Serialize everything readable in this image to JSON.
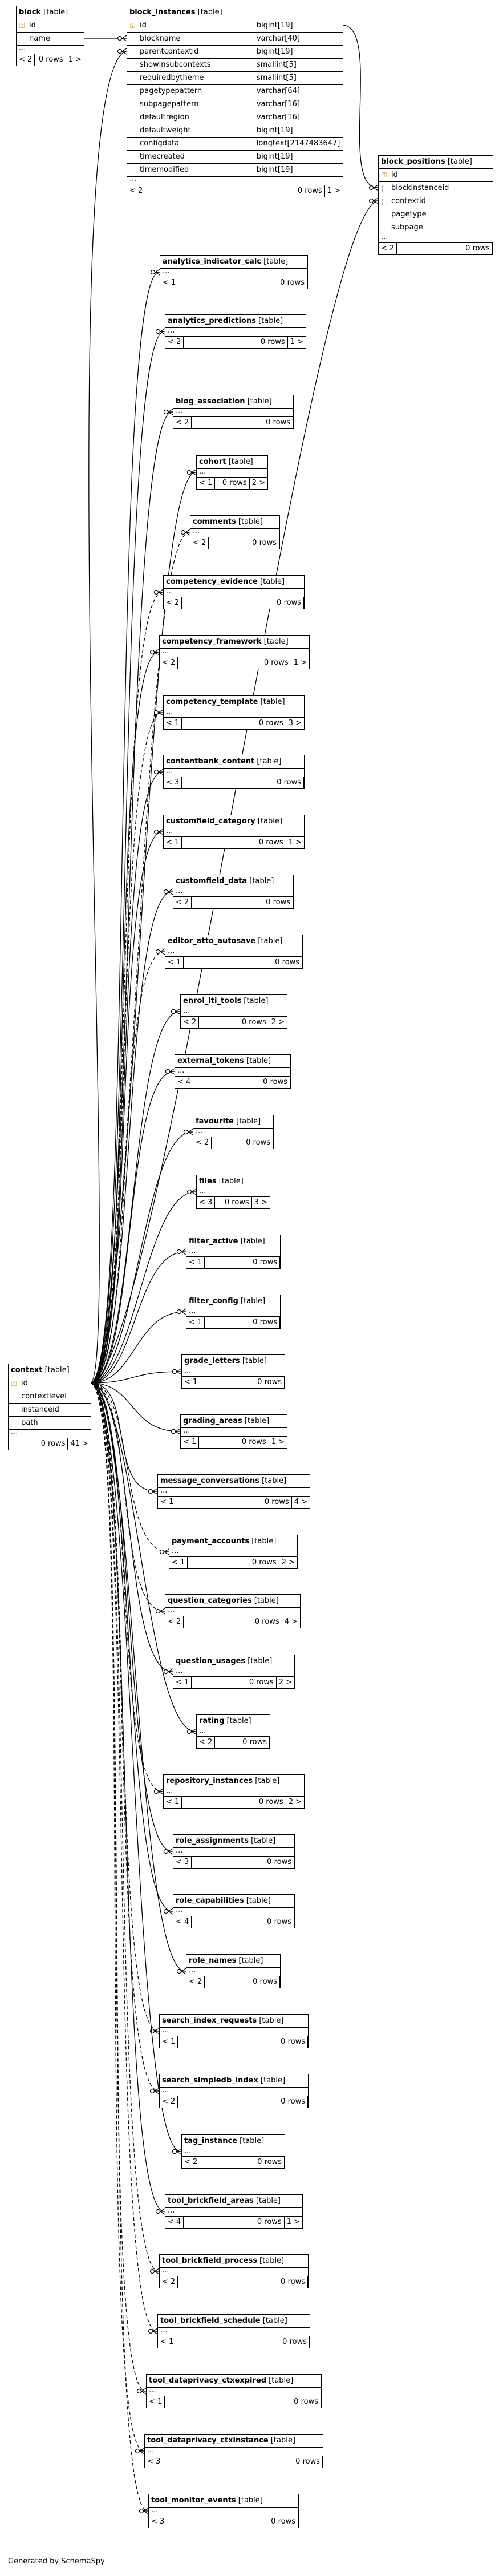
{
  "footer": "Generated by SchemaSpy",
  "tables": [
    {
      "id": "block",
      "name": "block",
      "tag": "[table]",
      "columns": [
        {
          "name": "id",
          "key": true
        },
        {
          "name": "name"
        }
      ],
      "footer": {
        "left": "< 2",
        "rows": "0 rows",
        "right": "1 >"
      }
    },
    {
      "id": "block_instances",
      "name": "block_instances",
      "tag": "[table]",
      "columns": [
        {
          "name": "id",
          "type": "bigint[19]",
          "key": true
        },
        {
          "name": "blockname",
          "type": "varchar[40]"
        },
        {
          "name": "parentcontextid",
          "type": "bigint[19]"
        },
        {
          "name": "showinsubcontexts",
          "type": "smallint[5]"
        },
        {
          "name": "requiredbytheme",
          "type": "smallint[5]"
        },
        {
          "name": "pagetypepattern",
          "type": "varchar[64]"
        },
        {
          "name": "subpagepattern",
          "type": "varchar[16]"
        },
        {
          "name": "defaultregion",
          "type": "varchar[16]"
        },
        {
          "name": "defaultweight",
          "type": "bigint[19]"
        },
        {
          "name": "configdata",
          "type": "longtext[2147483647]"
        },
        {
          "name": "timecreated",
          "type": "bigint[19]"
        },
        {
          "name": "timemodified",
          "type": "bigint[19]"
        }
      ],
      "footer": {
        "left": "< 2",
        "rows": "0 rows",
        "right": "1 >"
      }
    },
    {
      "id": "block_positions",
      "name": "block_positions",
      "tag": "[table]",
      "columns": [
        {
          "name": "id",
          "key": true
        },
        {
          "name": "blockinstanceid",
          "fk": true
        },
        {
          "name": "contextid",
          "fk": true
        },
        {
          "name": "pagetype"
        },
        {
          "name": "subpage"
        }
      ],
      "footer": {
        "left": "< 2",
        "rows": "0 rows",
        "right": ""
      }
    },
    {
      "id": "context",
      "name": "context",
      "tag": "[table]",
      "columns": [
        {
          "name": "id",
          "key": true
        },
        {
          "name": "contextlevel"
        },
        {
          "name": "instanceid"
        },
        {
          "name": "path"
        }
      ],
      "footer": {
        "left": "",
        "rows": "0 rows",
        "right": "41 >"
      }
    },
    {
      "id": "t1",
      "name": "analytics_indicator_calc",
      "tag": "[table]",
      "footer": {
        "left": "< 1",
        "rows": "0 rows",
        "right": ""
      }
    },
    {
      "id": "t2",
      "name": "analytics_predictions",
      "tag": "[table]",
      "footer": {
        "left": "< 2",
        "rows": "0 rows",
        "right": "1 >"
      }
    },
    {
      "id": "t3",
      "name": "blog_association",
      "tag": "[table]",
      "footer": {
        "left": "< 2",
        "rows": "0 rows",
        "right": ""
      }
    },
    {
      "id": "t4",
      "name": "cohort",
      "tag": "[table]",
      "footer": {
        "left": "< 1",
        "rows": "0 rows",
        "right": "2 >"
      }
    },
    {
      "id": "t5",
      "name": "comments",
      "tag": "[table]",
      "footer": {
        "left": "< 2",
        "rows": "0 rows",
        "right": ""
      }
    },
    {
      "id": "t6",
      "name": "competency_evidence",
      "tag": "[table]",
      "footer": {
        "left": "< 2",
        "rows": "0 rows",
        "right": ""
      }
    },
    {
      "id": "t7",
      "name": "competency_framework",
      "tag": "[table]",
      "footer": {
        "left": "< 2",
        "rows": "0 rows",
        "right": "1 >"
      }
    },
    {
      "id": "t8",
      "name": "competency_template",
      "tag": "[table]",
      "footer": {
        "left": "< 1",
        "rows": "0 rows",
        "right": "3 >"
      }
    },
    {
      "id": "t9",
      "name": "contentbank_content",
      "tag": "[table]",
      "footer": {
        "left": "< 3",
        "rows": "0 rows",
        "right": ""
      }
    },
    {
      "id": "t10",
      "name": "customfield_category",
      "tag": "[table]",
      "footer": {
        "left": "< 1",
        "rows": "0 rows",
        "right": "1 >"
      }
    },
    {
      "id": "t11",
      "name": "customfield_data",
      "tag": "[table]",
      "footer": {
        "left": "< 2",
        "rows": "0 rows",
        "right": ""
      }
    },
    {
      "id": "t12",
      "name": "editor_atto_autosave",
      "tag": "[table]",
      "footer": {
        "left": "< 1",
        "rows": "0 rows",
        "right": ""
      }
    },
    {
      "id": "t13",
      "name": "enrol_lti_tools",
      "tag": "[table]",
      "footer": {
        "left": "< 2",
        "rows": "0 rows",
        "right": "2 >"
      }
    },
    {
      "id": "t14",
      "name": "external_tokens",
      "tag": "[table]",
      "footer": {
        "left": "< 4",
        "rows": "0 rows",
        "right": ""
      }
    },
    {
      "id": "t15",
      "name": "favourite",
      "tag": "[table]",
      "footer": {
        "left": "< 2",
        "rows": "0 rows",
        "right": ""
      }
    },
    {
      "id": "t16",
      "name": "files",
      "tag": "[table]",
      "footer": {
        "left": "< 3",
        "rows": "0 rows",
        "right": "3 >"
      }
    },
    {
      "id": "t17",
      "name": "filter_active",
      "tag": "[table]",
      "footer": {
        "left": "< 1",
        "rows": "0 rows",
        "right": ""
      }
    },
    {
      "id": "t18",
      "name": "filter_config",
      "tag": "[table]",
      "footer": {
        "left": "< 1",
        "rows": "0 rows",
        "right": ""
      }
    },
    {
      "id": "t19",
      "name": "grade_letters",
      "tag": "[table]",
      "footer": {
        "left": "< 1",
        "rows": "0 rows",
        "right": ""
      }
    },
    {
      "id": "t20",
      "name": "grading_areas",
      "tag": "[table]",
      "footer": {
        "left": "< 1",
        "rows": "0 rows",
        "right": "1 >"
      }
    },
    {
      "id": "t21",
      "name": "message_conversations",
      "tag": "[table]",
      "footer": {
        "left": "< 1",
        "rows": "0 rows",
        "right": "4 >"
      }
    },
    {
      "id": "t22",
      "name": "payment_accounts",
      "tag": "[table]",
      "footer": {
        "left": "< 1",
        "rows": "0 rows",
        "right": "2 >"
      }
    },
    {
      "id": "t23",
      "name": "question_categories",
      "tag": "[table]",
      "footer": {
        "left": "< 2",
        "rows": "0 rows",
        "right": "4 >"
      }
    },
    {
      "id": "t24",
      "name": "question_usages",
      "tag": "[table]",
      "footer": {
        "left": "< 1",
        "rows": "0 rows",
        "right": "2 >"
      }
    },
    {
      "id": "t25",
      "name": "rating",
      "tag": "[table]",
      "footer": {
        "left": "< 2",
        "rows": "0 rows",
        "right": ""
      }
    },
    {
      "id": "t26",
      "name": "repository_instances",
      "tag": "[table]",
      "footer": {
        "left": "< 1",
        "rows": "0 rows",
        "right": "2 >"
      }
    },
    {
      "id": "t27",
      "name": "role_assignments",
      "tag": "[table]",
      "footer": {
        "left": "< 3",
        "rows": "0 rows",
        "right": ""
      }
    },
    {
      "id": "t28",
      "name": "role_capabilities",
      "tag": "[table]",
      "footer": {
        "left": "< 4",
        "rows": "0 rows",
        "right": ""
      }
    },
    {
      "id": "t29",
      "name": "role_names",
      "tag": "[table]",
      "footer": {
        "left": "< 2",
        "rows": "0 rows",
        "right": ""
      }
    },
    {
      "id": "t30",
      "name": "search_index_requests",
      "tag": "[table]",
      "footer": {
        "left": "< 1",
        "rows": "0 rows",
        "right": ""
      }
    },
    {
      "id": "t31",
      "name": "search_simpledb_index",
      "tag": "[table]",
      "footer": {
        "left": "< 2",
        "rows": "0 rows",
        "right": ""
      }
    },
    {
      "id": "t32",
      "name": "tag_instance",
      "tag": "[table]",
      "footer": {
        "left": "< 2",
        "rows": "0 rows",
        "right": ""
      }
    },
    {
      "id": "t33",
      "name": "tool_brickfield_areas",
      "tag": "[table]",
      "footer": {
        "left": "< 4",
        "rows": "0 rows",
        "right": "1 >"
      }
    },
    {
      "id": "t34",
      "name": "tool_brickfield_process",
      "tag": "[table]",
      "footer": {
        "left": "< 2",
        "rows": "0 rows",
        "right": ""
      }
    },
    {
      "id": "t35",
      "name": "tool_brickfield_schedule",
      "tag": "[table]",
      "footer": {
        "left": "< 1",
        "rows": "0 rows",
        "right": ""
      }
    },
    {
      "id": "t36",
      "name": "tool_dataprivacy_ctxexpired",
      "tag": "[table]",
      "footer": {
        "left": "< 1",
        "rows": "0 rows",
        "right": ""
      }
    },
    {
      "id": "t37",
      "name": "tool_dataprivacy_ctxinstance",
      "tag": "[table]",
      "footer": {
        "left": "< 3",
        "rows": "0 rows",
        "right": ""
      }
    },
    {
      "id": "t38",
      "name": "tool_monitor_events",
      "tag": "[table]",
      "footer": {
        "left": "< 3",
        "rows": "0 rows",
        "right": ""
      }
    }
  ],
  "dashed_relations": [
    "t5",
    "t6",
    "t8",
    "t12",
    "t22",
    "t23",
    "t26",
    "t30",
    "t31",
    "t34",
    "t35",
    "t36",
    "t37",
    "t38"
  ]
}
